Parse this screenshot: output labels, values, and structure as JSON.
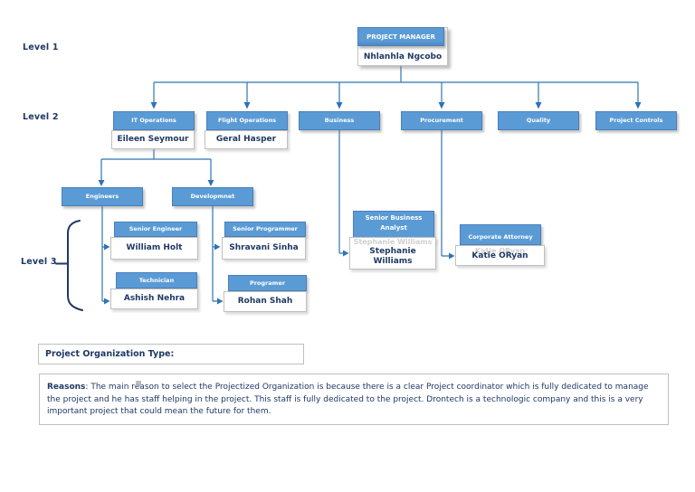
{
  "labels": {
    "level1": "Level 1",
    "level2": "Level 2",
    "level3": "Level 3"
  },
  "manager": {
    "title": "PROJECT MANAGER",
    "name": "Nhlanhla Ngcobo"
  },
  "level2": [
    {
      "title": "IT Operations",
      "name": "Eileen Seymour"
    },
    {
      "title": "Flight Operations",
      "name": "Geral Hasper"
    },
    {
      "title": "Business"
    },
    {
      "title": "Procurement"
    },
    {
      "title": "Quality"
    },
    {
      "title": "Project Controls"
    }
  ],
  "teams": [
    {
      "title": "Engineers"
    },
    {
      "title": "Developmnet"
    }
  ],
  "level3": [
    {
      "title": "Senior Engineer",
      "name": "William Holt"
    },
    {
      "title": "Senior Programmer",
      "name": "Shravani Sinha"
    },
    {
      "title": "Technician",
      "name": "Ashish Nehra"
    },
    {
      "title": "Programer",
      "name": "Rohan Shah"
    },
    {
      "title": "Senior Business Analyst",
      "name": "Stephanie Williams"
    },
    {
      "title": "Corporate Attorney",
      "name": "Katie ORyan"
    }
  ],
  "footer": {
    "org_type_label": "Project Organization Type:",
    "reasons_label": "Reasons",
    "reasons_text": ": The main reason to select the Projectized Organization is because there is a clear Project coordinator which is fully dedicated to manage the project and he has staff helping in the project. This staff is fully dedicated to the project. Drontech is a technologic company and this is a very important project that could mean the future for them."
  },
  "colors": {
    "box_blue": "#5B9BD5",
    "box_blue_border": "#4A7EBB",
    "connector_blue": "#2E74B5",
    "text_navy": "#1F3864",
    "name_box_border": "#BFBFBF"
  }
}
